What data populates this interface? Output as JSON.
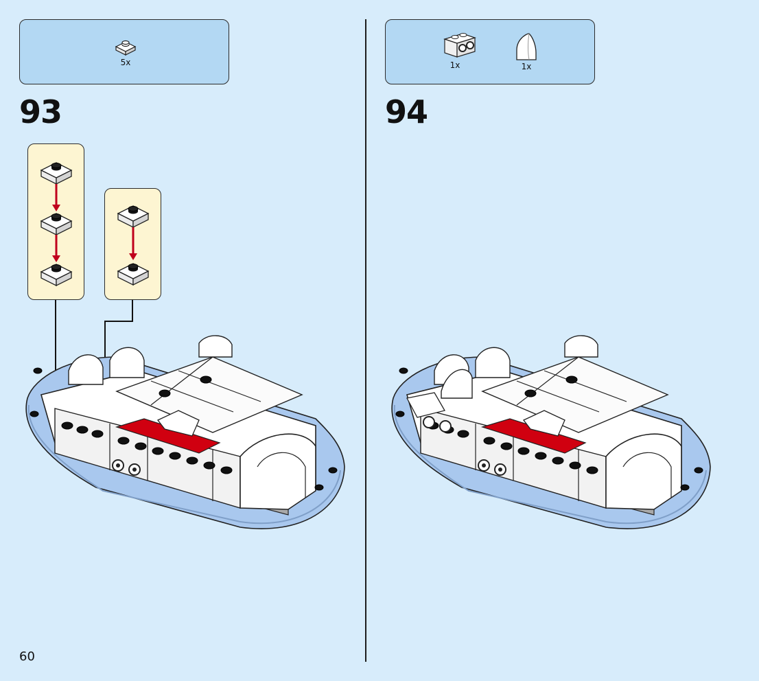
{
  "page": {
    "number": "60"
  },
  "steps": [
    {
      "number": "93",
      "parts": [
        {
          "icon": "plate-1x1-white",
          "qty": "5x"
        }
      ],
      "callouts": [
        {
          "icon": "plate-1x1-white-stack-of-3"
        },
        {
          "icon": "plate-1x1-white-stack-of-2"
        }
      ]
    },
    {
      "number": "94",
      "parts": [
        {
          "icon": "brick-1x2-white-with-studs-on-side",
          "qty": "1x"
        },
        {
          "icon": "slope-curved-arch-white",
          "qty": "1x"
        }
      ]
    }
  ],
  "colors": {
    "background": "#d7ecfb",
    "parts_box": "#b3d8f3",
    "callout": "#fdf5d2",
    "arrow": "#c0001c",
    "brick_red": "#d00010",
    "base_plate": "#a9c8ee"
  }
}
